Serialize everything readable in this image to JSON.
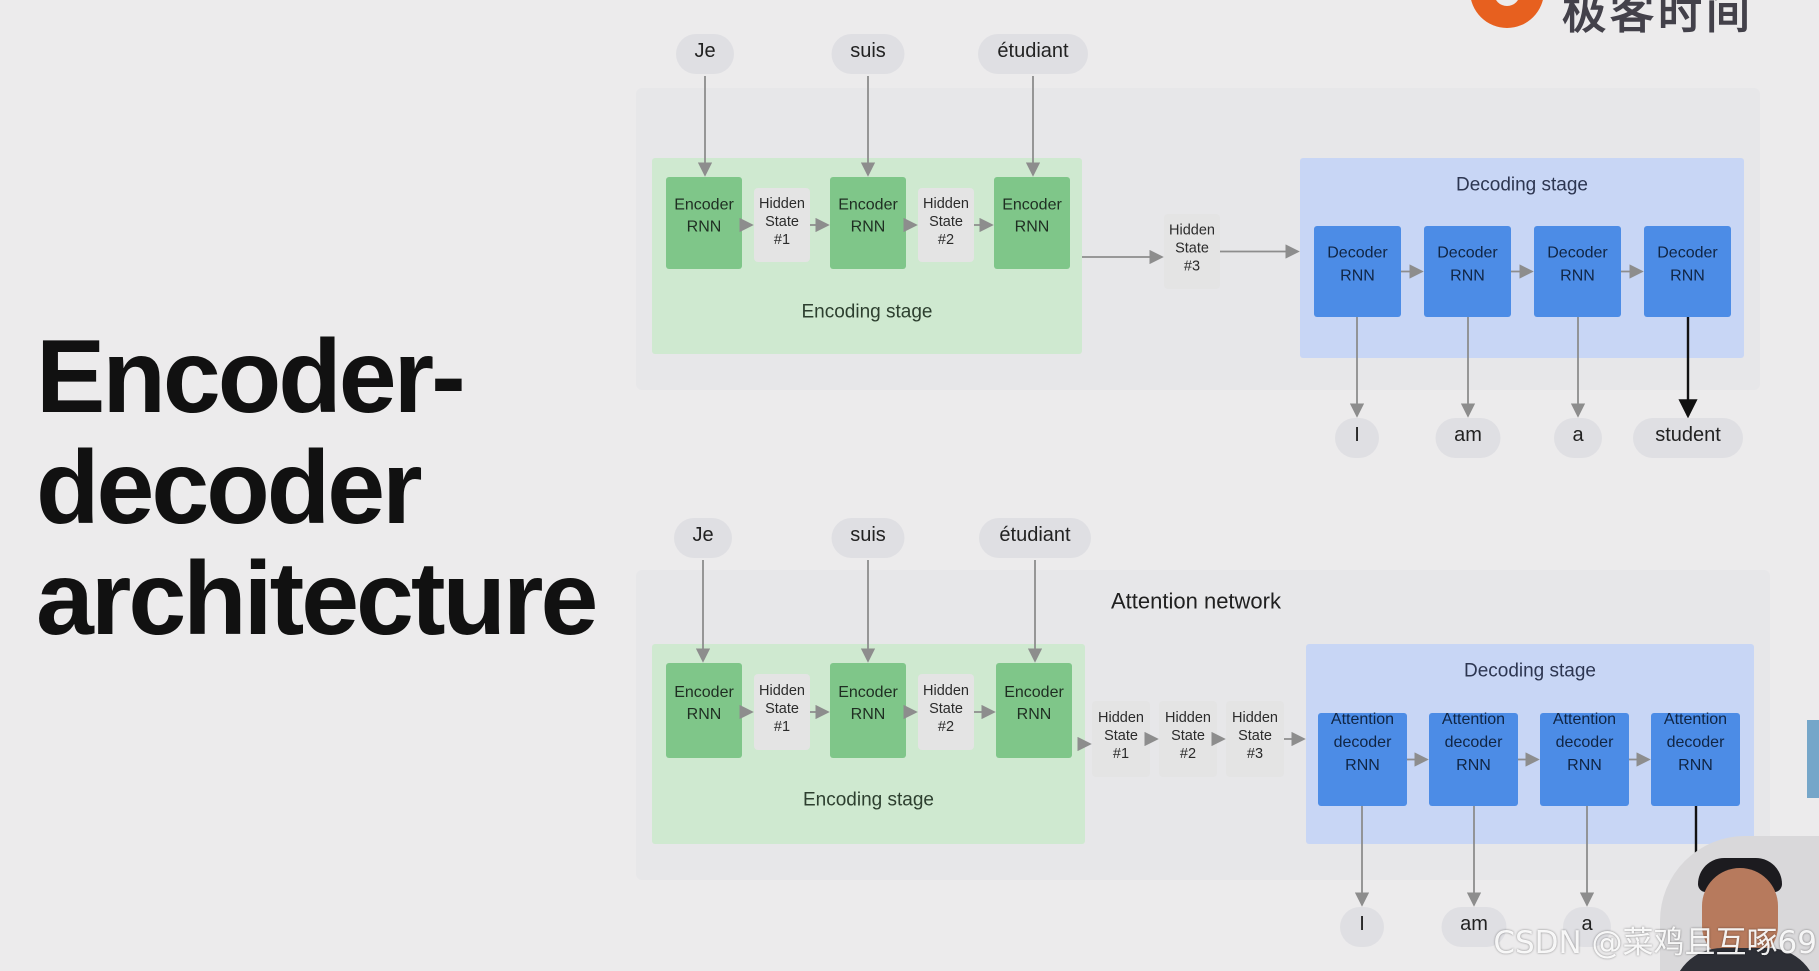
{
  "slide": {
    "title_lines": [
      "Encoder-",
      "decoder",
      "architecture"
    ],
    "logo_text": "极客时间",
    "watermark": "CSDN @菜鸡且互啄69"
  },
  "colors": {
    "background": "#ecebec",
    "encoding_stage": "#cfe9d0",
    "encoder_box": "#7fc689",
    "decoding_stage": "#c8d6f5",
    "decoder_box": "#4c8ce6",
    "token_chip": "#dfdfe3",
    "arrow": "#8d8d8d"
  },
  "diagrams": [
    {
      "name": "basic-encoder-decoder",
      "input_tokens": [
        "Je",
        "suis",
        "étudiant"
      ],
      "encoding_stage_label": "Encoding stage",
      "encoders": [
        "Encoder\nRNN",
        "Encoder\nRNN",
        "Encoder\nRNN"
      ],
      "encoder_hidden_states": [
        "Hidden\nState\n#1",
        "Hidden\nState\n#2"
      ],
      "handoff_states": [
        "Hidden\nState\n#3"
      ],
      "decoding_stage_label": "Decoding stage",
      "decoders": [
        "Decoder\nRNN",
        "Decoder\nRNN",
        "Decoder\nRNN",
        "Decoder\nRNN"
      ],
      "output_tokens": [
        "I",
        "am",
        "a",
        "student"
      ]
    },
    {
      "name": "attention-encoder-decoder",
      "input_tokens": [
        "Je",
        "suis",
        "étudiant"
      ],
      "attention_network_label": "Attention network",
      "encoding_stage_label": "Encoding stage",
      "encoders": [
        "Encoder\nRNN",
        "Encoder\nRNN",
        "Encoder\nRNN"
      ],
      "encoder_hidden_states": [
        "Hidden\nState\n#1",
        "Hidden\nState\n#2"
      ],
      "handoff_states": [
        "Hidden\nState\n#1",
        "Hidden\nState\n#2",
        "Hidden\nState\n#3"
      ],
      "decoding_stage_label": "Decoding stage",
      "decoders": [
        "Attention\ndecoder\nRNN",
        "Attention\ndecoder\nRNN",
        "Attention\ndecoder\nRNN",
        "Attention\ndecoder\nRNN"
      ],
      "output_tokens": [
        "I",
        "am",
        "a"
      ]
    }
  ]
}
